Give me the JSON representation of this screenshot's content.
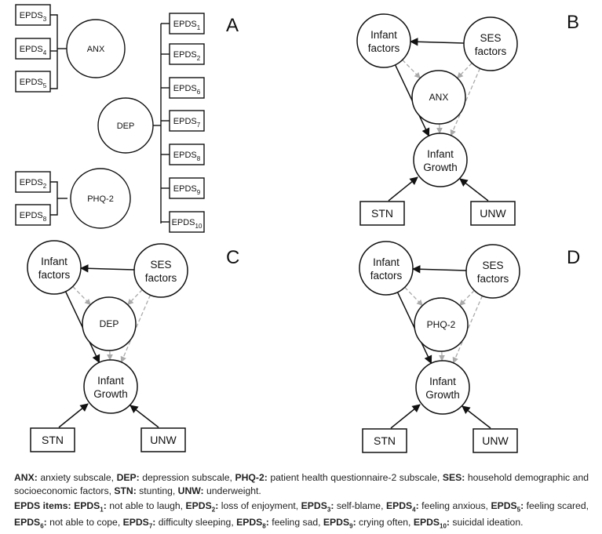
{
  "panels": {
    "A": {
      "letter": "A",
      "anx": "ANX",
      "dep": "DEP",
      "phq": "PHQ-2",
      "anx_items": [
        {
          "base": "EPDS",
          "sub": "3"
        },
        {
          "base": "EPDS",
          "sub": "4"
        },
        {
          "base": "EPDS",
          "sub": "5"
        }
      ],
      "phq_items": [
        {
          "base": "EPDS",
          "sub": "2"
        },
        {
          "base": "EPDS",
          "sub": "8"
        }
      ],
      "dep_items": [
        {
          "base": "EPDS",
          "sub": "1"
        },
        {
          "base": "EPDS",
          "sub": "2"
        },
        {
          "base": "EPDS",
          "sub": "6"
        },
        {
          "base": "EPDS",
          "sub": "7"
        },
        {
          "base": "EPDS",
          "sub": "8"
        },
        {
          "base": "EPDS",
          "sub": "9"
        },
        {
          "base": "EPDS",
          "sub": "10"
        }
      ]
    },
    "models": [
      {
        "letter": "B",
        "mid": "ANX"
      },
      {
        "letter": "C",
        "mid": "DEP"
      },
      {
        "letter": "D",
        "mid": "PHQ-2"
      }
    ],
    "common": {
      "infant": [
        "Infant",
        "factors"
      ],
      "ses": [
        "SES",
        "factors"
      ],
      "growth": [
        "Infant",
        "Growth"
      ],
      "stn": "STN",
      "unw": "UNW"
    }
  },
  "legend": {
    "abbreviations": [
      {
        "key": "ANX:",
        "text": "anxiety subscale,"
      },
      {
        "key": "DEP:",
        "text": "depression subscale,"
      },
      {
        "key": "PHQ-2:",
        "text": "patient health questionnaire-2 subscale,"
      },
      {
        "key": "SES:",
        "text": "household demographic and socioeconomic factors,"
      },
      {
        "key": "STN:",
        "text": "stunting,"
      },
      {
        "key": "UNW:",
        "text": "underweight."
      }
    ],
    "items_title": "EPDS items:",
    "items": [
      {
        "base": "EPDS",
        "sub": "1",
        "text": "not able to laugh,"
      },
      {
        "base": "EPDS",
        "sub": "2",
        "text": "loss of enjoyment,"
      },
      {
        "base": "EPDS",
        "sub": "3",
        "text": "self-blame,"
      },
      {
        "base": "EPDS",
        "sub": "4",
        "text": "feeling anxious,"
      },
      {
        "base": "EPDS",
        "sub": "5",
        "text": "feeling scared,"
      },
      {
        "base": "EPDS",
        "sub": "6",
        "text": "not able to cope,"
      },
      {
        "base": "EPDS",
        "sub": "7",
        "text": "difficulty sleeping,"
      },
      {
        "base": "EPDS",
        "sub": "8",
        "text": "feeling sad,"
      },
      {
        "base": "EPDS",
        "sub": "9",
        "text": "crying often,"
      },
      {
        "base": "EPDS",
        "sub": "10",
        "text": "suicidal ideation."
      }
    ]
  },
  "colors": {
    "solid": "#111111",
    "dashed": "#aaaaaa"
  }
}
